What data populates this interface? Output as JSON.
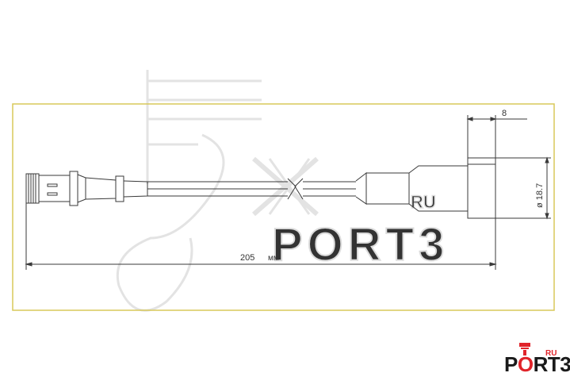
{
  "drawing": {
    "dimension_length": "205",
    "dimension_length_unit": "мм",
    "dimension_head_width": "8",
    "dimension_diameter": "ø 18.7"
  },
  "watermark": {
    "brand": "PORT3",
    "suffix": "RU"
  },
  "logo": {
    "brand": "PORT3",
    "suffix": "RU"
  },
  "colors": {
    "frame": "#d8c85a",
    "line": "#3a3a3a",
    "watermark": "#e6e6e6",
    "logo_red": "#e0242a"
  }
}
